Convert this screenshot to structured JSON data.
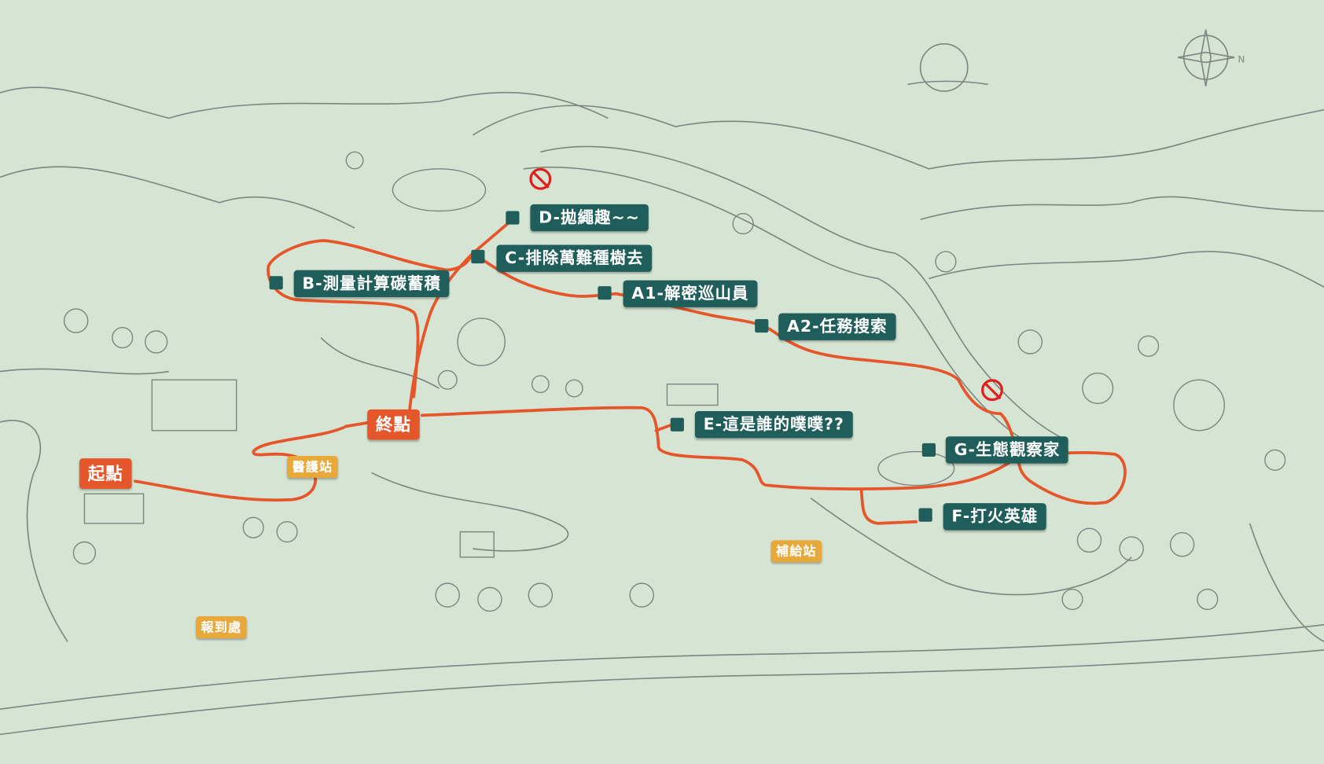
{
  "colors": {
    "route": "#e5572b",
    "checkpoint": "#1f5e5a",
    "start_end": "#e5572b",
    "station": "#e8a83a",
    "background": "#d6e4d3"
  },
  "checkpoints": [
    {
      "id": "D",
      "label": "D-拋繩趣~~"
    },
    {
      "id": "C",
      "label": "C-排除萬難種樹去"
    },
    {
      "id": "B",
      "label": "B-測量計算碳蓄積"
    },
    {
      "id": "A1",
      "label": "A1-解密巡山員"
    },
    {
      "id": "A2",
      "label": "A2-任務搜索"
    },
    {
      "id": "E",
      "label": "E-這是誰的噗噗??"
    },
    {
      "id": "G",
      "label": "G-生態觀察家"
    },
    {
      "id": "F",
      "label": "F-打火英雄"
    }
  ],
  "start": "起點",
  "finish": "終點",
  "stations": {
    "medical": "醫護站",
    "supply": "補給站",
    "checkin": "報到處"
  },
  "compass": "N",
  "icons": [
    "no-entry-icon",
    "compass-icon",
    "sun-icon"
  ]
}
